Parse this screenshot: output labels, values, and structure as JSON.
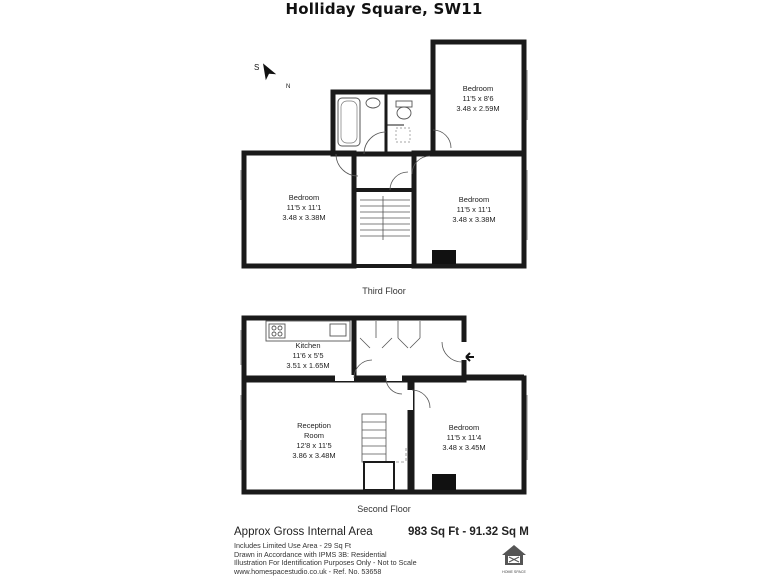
{
  "title": "Holliday Square, SW11",
  "compass": {
    "south": "S",
    "north": "N"
  },
  "third_floor": {
    "label": "Third Floor",
    "rooms": [
      {
        "id": "tf-bedroom-ne",
        "name": "Bedroom",
        "imperial": "11'5 x 8'6",
        "metric": "3.48 x 2.59M"
      },
      {
        "id": "tf-bedroom-w",
        "name": "Bedroom",
        "imperial": "11'5 x 11'1",
        "metric": "3.48 x 3.38M"
      },
      {
        "id": "tf-bedroom-e",
        "name": "Bedroom",
        "imperial": "11'5 x 11'1",
        "metric": "3.48 x 3.38M"
      }
    ]
  },
  "second_floor": {
    "label": "Second Floor",
    "rooms": [
      {
        "id": "sf-kitchen",
        "name": "Kitchen",
        "imperial": "11'6 x 5'5",
        "metric": "3.51 x 1.65M"
      },
      {
        "id": "sf-reception",
        "name": "Reception",
        "name2": "Room",
        "imperial": "12'8 x 11'5",
        "metric": "3.86 x 3.48M"
      },
      {
        "id": "sf-bedroom",
        "name": "Bedroom",
        "imperial": "11'5 x 11'4",
        "metric": "3.48 x 3.45M"
      }
    ]
  },
  "footer": {
    "area_title": "Approx Gross Internal Area",
    "area_value": "983 Sq Ft - 91.32 Sq M",
    "notes": [
      "Includes Limited Use Area - 29 Sq Ft",
      "Drawn in Accordance with IPMS 3B: Residential",
      "Illustration For Identification Purposes Only - Not to Scale",
      "www.homespacestudio.co.uk - Ref. No. 53658"
    ],
    "logo_text": "HOME SPACE"
  },
  "colors": {
    "wall": "#1a1a1a",
    "line": "#555555",
    "dash": "#888888",
    "window": "#999999"
  }
}
